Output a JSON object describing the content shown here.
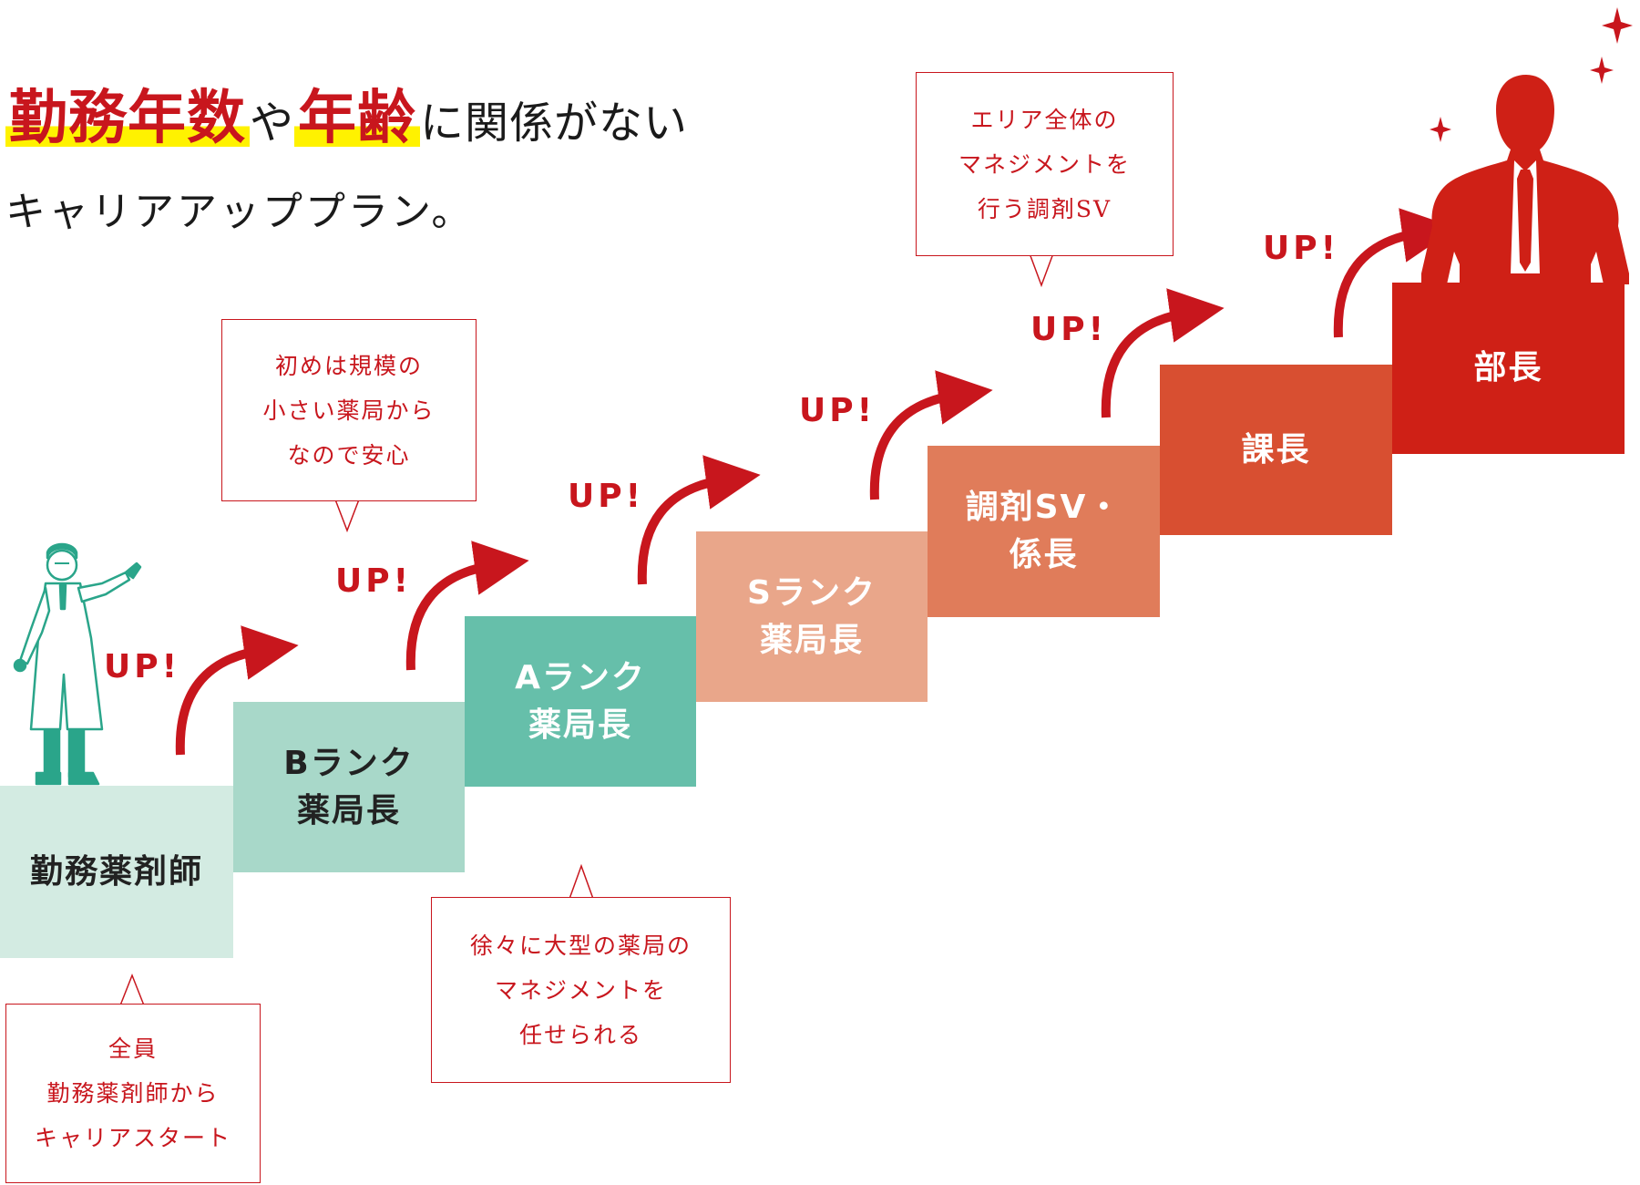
{
  "headline": {
    "hl1": "勤務年数",
    "mid1": "や",
    "hl2": "年齢",
    "rest1": "に関係がない",
    "line2": "キャリアアッププラン。"
  },
  "steps": [
    {
      "lines": [
        "勤務薬剤師"
      ],
      "color": "#d3ebe2",
      "text_color": "#222222"
    },
    {
      "lines": [
        "Bランク",
        "薬局長"
      ],
      "color": "#a8d8c9",
      "text_color": "#222222"
    },
    {
      "lines": [
        "Aランク",
        "薬局長"
      ],
      "color": "#66bfaa",
      "text_color": "#ffffff"
    },
    {
      "lines": [
        "Sランク",
        "薬局長"
      ],
      "color": "#e9a68a",
      "text_color": "#ffffff"
    },
    {
      "lines": [
        "調剤SV・",
        "係長"
      ],
      "color": "#e07c5a",
      "text_color": "#ffffff"
    },
    {
      "lines": [
        "課長"
      ],
      "color": "#d84f31",
      "text_color": "#ffffff"
    },
    {
      "lines": [
        "部長"
      ],
      "color": "#cf2016",
      "text_color": "#ffffff"
    }
  ],
  "up_label": "UP!",
  "callouts": [
    {
      "lines": [
        "全員",
        "勤務薬剤師から",
        "キャリアスタート"
      ]
    },
    {
      "lines": [
        "初めは規模の",
        "小さい薬局から",
        "なので安心"
      ]
    },
    {
      "lines": [
        "徐々に大型の薬局の",
        "マネジメントを",
        "任せられる"
      ]
    },
    {
      "lines": [
        "エリア全体の",
        "マネジメントを",
        "行う調剤SV"
      ]
    }
  ],
  "colors": {
    "accent_red": "#c8161d",
    "highlight_yellow": "#fff200",
    "pharmacist_teal": "#2aa58a"
  },
  "icons": {
    "pharmacist": "pharmacist-figure-icon",
    "manager": "manager-silhouette-icon",
    "sparkle": "sparkle-icon",
    "arrow": "curved-up-arrow-icon"
  }
}
